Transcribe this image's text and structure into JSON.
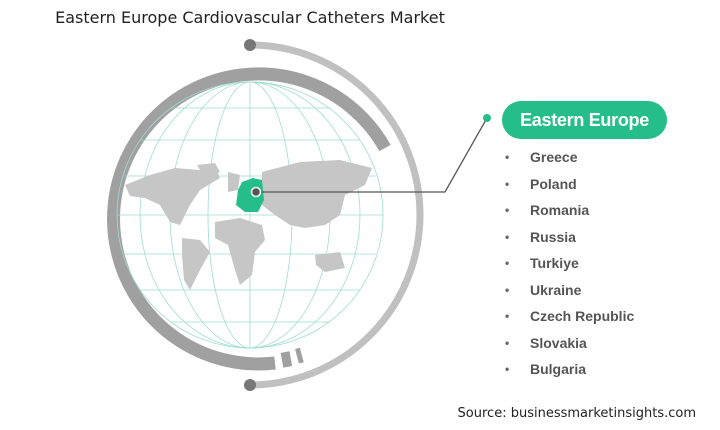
{
  "title": "Eastern Europe Cardiovascular Catheters Market",
  "region_label": "Eastern Europe",
  "countries": [
    "Greece",
    "Poland",
    "Romania",
    "Russia",
    "Turkiye",
    "Ukraine",
    "Czech Republic",
    "Slovakia",
    "Bulgaria"
  ],
  "source": "Source: businessmarketinsights.com",
  "colors": {
    "accent": "#25be8a",
    "dark_ring": "#9e9e9e",
    "light_ring": "#c0c0c0",
    "map": "#c6c6c6",
    "grid": "#8fd8cf"
  }
}
